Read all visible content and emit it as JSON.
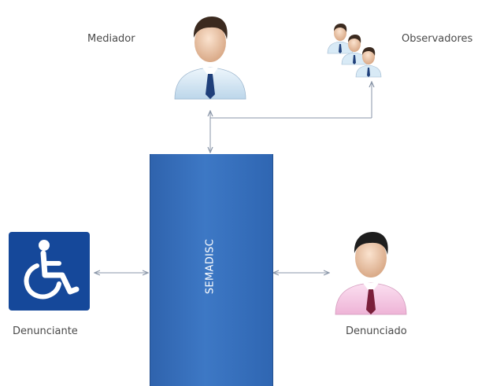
{
  "diagram": {
    "system": {
      "label": "SEMADISC"
    },
    "actors": {
      "mediador": {
        "label": "Mediador",
        "icon": "businessman-icon",
        "shirt_color": "#d8eaf6",
        "tie_color": "#1f3f7a"
      },
      "observadores": {
        "label": "Observadores",
        "icon": "group-of-people-icon",
        "shirt_color": "#d8eaf6"
      },
      "denunciante": {
        "label": "Denunciante",
        "icon": "wheelchair-icon",
        "sign_color": "#15489a"
      },
      "denunciado": {
        "label": "Denunciado",
        "icon": "businessman-icon",
        "shirt_color": "#f4c6e2",
        "tie_color": "#7a1f3a"
      }
    },
    "colors": {
      "box": "#3169b6",
      "connector": "#8a96a8"
    }
  }
}
